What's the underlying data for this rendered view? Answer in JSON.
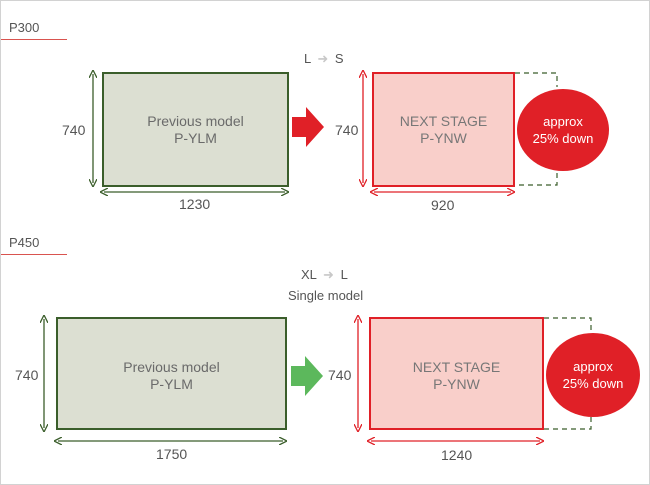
{
  "sections": [
    {
      "label": "P300",
      "flow": {
        "from": "L",
        "to": "S"
      },
      "previous": {
        "title": "Previous model",
        "model": "P-YLM",
        "width": "1230",
        "height": "740"
      },
      "next": {
        "title": "NEXT STAGE",
        "model": "P-YNW",
        "width": "920",
        "height": "740"
      },
      "badge": {
        "line1": "approx",
        "line2": "25% down"
      },
      "arrow_color": "#e02027"
    },
    {
      "label": "P450",
      "flow": {
        "from": "XL",
        "to": "L"
      },
      "note": "Single model",
      "previous": {
        "title": "Previous model",
        "model": "P-YLM",
        "width": "1750",
        "height": "740"
      },
      "next": {
        "title": "NEXT STAGE",
        "model": "P-YNW",
        "width": "1240",
        "height": "740"
      },
      "badge": {
        "line1": "approx",
        "line2": "25% down"
      },
      "arrow_color": "#5cb85c"
    }
  ],
  "colors": {
    "previous_fill": "#dcdfd2",
    "previous_border": "#3b5e2b",
    "next_fill": "#f9cfca",
    "next_border": "#e02027",
    "badge": "#e02027"
  }
}
